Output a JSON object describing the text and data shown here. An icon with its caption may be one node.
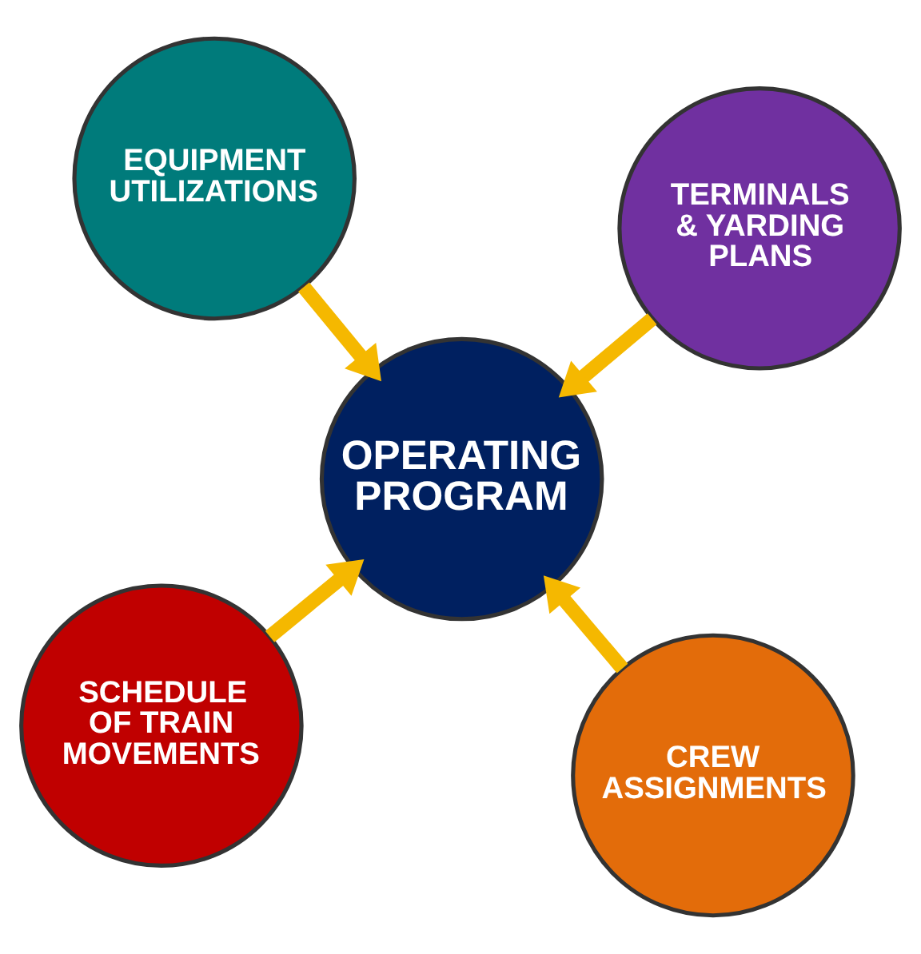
{
  "diagram": {
    "nodes": [
      {
        "text": [
          "SCHEDULE OF TRAIN MOVEMENTS"
        ]
      },
      {
        "text": [
          "CREW ASSIGNMENTS"
        ]
      },
      {
        "text": [
          "OPERATING PROGRAM"
        ]
      },
      {
        "text": [
          "EQUIPMENT UTILIZATIONS"
        ]
      },
      {
        "text": [
          "TERMINALS & YARDING PLANS"
        ]
      }
    ],
    "edges": [
      {
        "from": 0,
        "to": 2,
        "arrow": "to"
      },
      {
        "from": 1,
        "to": 2,
        "arrow": "to"
      },
      {
        "from": 3,
        "to": 2,
        "arrow": "to"
      },
      {
        "from": 4,
        "to": 2,
        "arrow": "to"
      }
    ]
  }
}
